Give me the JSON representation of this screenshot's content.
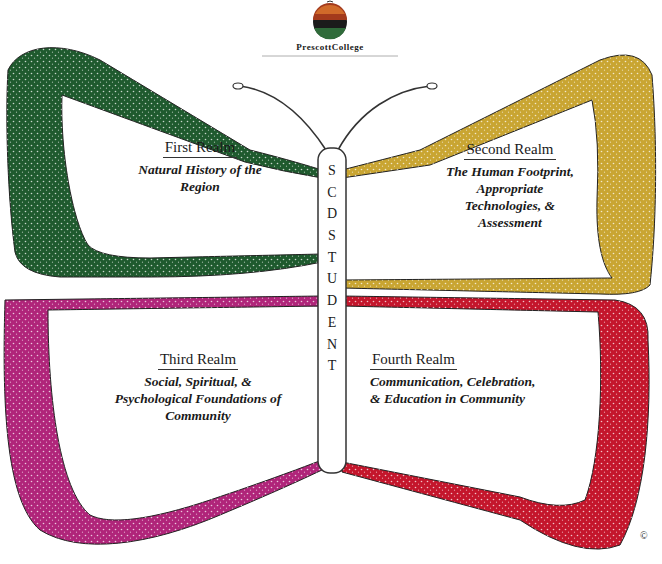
{
  "diagram": {
    "nodes": [
      {
        "text": [
          "First Realm",
          "Natural History of the Region"
        ]
      },
      {
        "text": [
          "Second Realm",
          "The Human Footprint, Appropriate Technologies, & Assessment"
        ]
      },
      {
        "text": [
          "SCD STUDENT"
        ]
      },
      {
        "text": [
          "Third Realm",
          "Social, Spiritual, & Psychological Foundations of Community"
        ]
      },
      {
        "text": [
          "Fourth Realm",
          "Communication, Celebration, & Education in Community"
        ]
      }
    ],
    "labels": [
      "PrescottCollege",
      "©"
    ]
  }
}
